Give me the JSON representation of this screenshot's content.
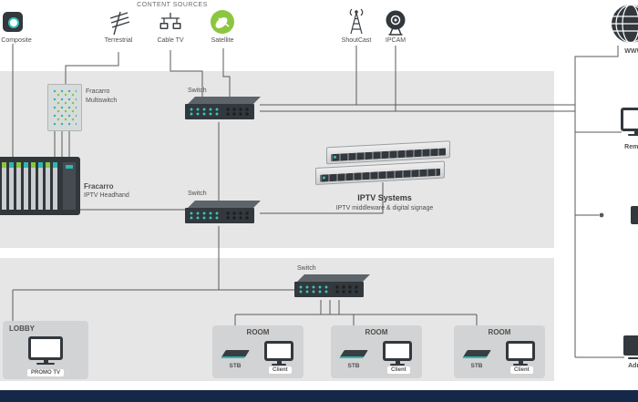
{
  "header": {
    "content_sources": "CONTENT SOURCES"
  },
  "sources": {
    "composite": {
      "label": "Composite"
    },
    "terrestrial": {
      "label": "Terrestrial"
    },
    "cable_tv": {
      "label": "Cable TV"
    },
    "satellite": {
      "label": "Satellite"
    },
    "shoutcast": {
      "label": "ShoutCast"
    },
    "ipcam": {
      "label": "IPCAM"
    },
    "www": {
      "label": "WWW."
    }
  },
  "core": {
    "multiswitch": {
      "name": "Fracarro",
      "model": "Multiswitch"
    },
    "switch_top": {
      "label": "Switch"
    },
    "switch_mid": {
      "label": "Switch"
    },
    "switch_room": {
      "label": "Switch"
    },
    "headend": {
      "name": "Fracarro",
      "model": "IPTV Headhand"
    },
    "iptv_systems": {
      "title": "IPTV Systems",
      "subtitle": "IPTV middleware & digital signage"
    }
  },
  "right": {
    "remote": {
      "label": "Remote"
    },
    "admin": {
      "label": "Admin"
    }
  },
  "zones": {
    "lobby": {
      "title": "LOBBY",
      "tv_label": "PROMO TV"
    },
    "room1": {
      "title": "ROOM",
      "stb_label": "STB",
      "client_label": "Client"
    },
    "room2": {
      "title": "ROOM",
      "stb_label": "STB",
      "client_label": "Client"
    },
    "room3": {
      "title": "ROOM",
      "stb_label": "STB",
      "client_label": "Client"
    }
  },
  "colors": {
    "accent_teal": "#2fb7ae",
    "accent_green": "#8cc63e",
    "band_gray": "#e6e6e7",
    "device_dark": "#33383d",
    "wire_gray": "#595959",
    "footer_navy": "#16284a"
  }
}
